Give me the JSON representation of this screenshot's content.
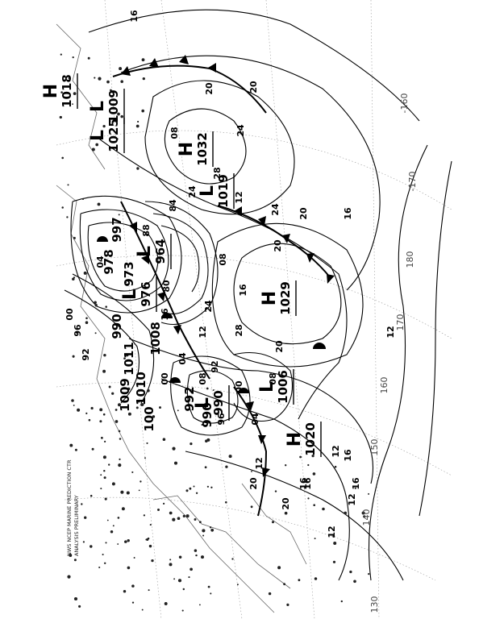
{
  "header": {
    "lines": [
      "NWS NCEP MARINE PREDICTION CTR",
      "ANALYSIS PRELIMINARY"
    ]
  },
  "grid_labels": [
    "-160",
    "-170",
    "180",
    "170",
    "160",
    "150",
    "140",
    "130"
  ],
  "pressure_centers": [
    {
      "type": "H",
      "value": "1032"
    },
    {
      "type": "H",
      "value": "1029"
    },
    {
      "type": "H",
      "value": "1020"
    },
    {
      "type": "H",
      "value": "1018"
    },
    {
      "type": "L",
      "value": "1019"
    },
    {
      "type": "L",
      "value": "1025"
    },
    {
      "type": "L",
      "value": "1009"
    },
    {
      "type": "L",
      "value": "964"
    },
    {
      "type": "L",
      "value": "976"
    },
    {
      "type": "L",
      "value": "1006"
    },
    {
      "type": "L",
      "value": "990"
    }
  ],
  "low_values": [
    "997",
    "978",
    "973",
    "990",
    "1008",
    "1011",
    "1010",
    "1009",
    "100",
    "992",
    "990"
  ],
  "isobar_labels": [
    "16",
    "20",
    "24",
    "28",
    "24",
    "20",
    "16",
    "12",
    "12",
    "08",
    "04",
    "00",
    "96",
    "92",
    "88",
    "84",
    "80",
    "16",
    "20",
    "24",
    "28",
    "24",
    "20",
    "16",
    "12",
    "08",
    "12",
    "16",
    "20",
    "12",
    "16",
    "20",
    "16",
    "12",
    "08",
    "04",
    "00",
    "96",
    "92",
    "08",
    "04",
    "00",
    "20",
    "16",
    "12"
  ],
  "colors": {
    "ink": "#000000",
    "grid": "#9a9a9a",
    "land": "#666666"
  }
}
